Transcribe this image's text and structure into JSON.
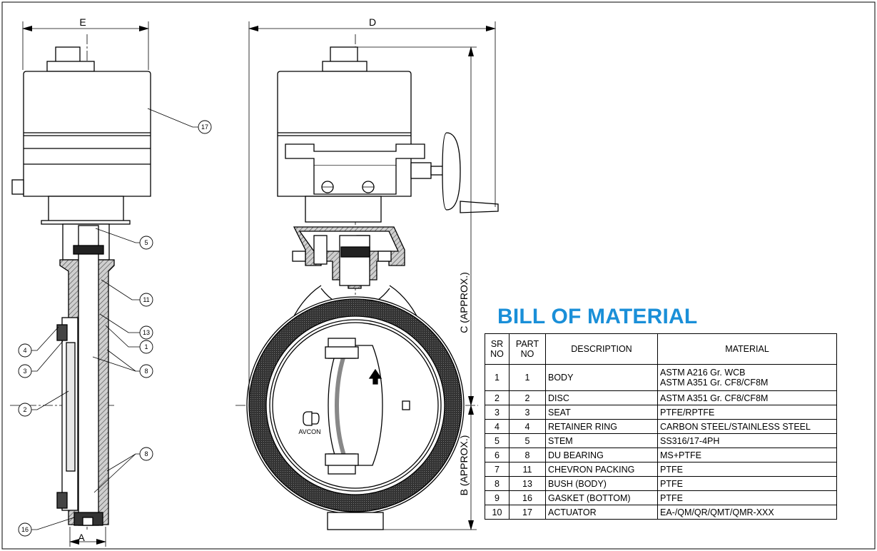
{
  "dimensions": {
    "E": "E",
    "D": "D",
    "C": "C (APPROX.)",
    "B": "B (APPROX.)",
    "A": "A"
  },
  "balloons": [
    "17",
    "5",
    "11",
    "13",
    "1",
    "4",
    "3",
    "8",
    "2",
    "8",
    "16"
  ],
  "logo_text": "AVCON",
  "bom": {
    "title": "BILL OF MATERIAL",
    "headers": {
      "sr": "SR\nNO",
      "part": "PART\nNO",
      "desc": "DESCRIPTION",
      "mat": "MATERIAL"
    },
    "rows": [
      {
        "sr": "1",
        "part": "1",
        "desc": "BODY",
        "mat": "ASTM A216 Gr. WCB",
        "mat2": "ASTM A351 Gr. CF8/CF8M"
      },
      {
        "sr": "2",
        "part": "2",
        "desc": "DISC",
        "mat": "ASTM A351 Gr. CF8/CF8M"
      },
      {
        "sr": "3",
        "part": "3",
        "desc": "SEAT",
        "mat": "PTFE/RPTFE"
      },
      {
        "sr": "4",
        "part": "4",
        "desc": "RETAINER RING",
        "mat": "CARBON STEEL/STAINLESS STEEL"
      },
      {
        "sr": "5",
        "part": "5",
        "desc": "STEM",
        "mat": "SS316/17-4PH"
      },
      {
        "sr": "6",
        "part": "8",
        "desc": "DU BEARING",
        "mat": "MS+PTFE"
      },
      {
        "sr": "7",
        "part": "11",
        "desc": "CHEVRON PACKING",
        "mat": "PTFE"
      },
      {
        "sr": "8",
        "part": "13",
        "desc": "BUSH (BODY)",
        "mat": "PTFE"
      },
      {
        "sr": "9",
        "part": "16",
        "desc": "GASKET (BOTTOM)",
        "mat": "PTFE"
      },
      {
        "sr": "10",
        "part": "17",
        "desc": "ACTUATOR",
        "mat": "EA-/QM/QR/QMT/QMR-XXX"
      }
    ]
  }
}
